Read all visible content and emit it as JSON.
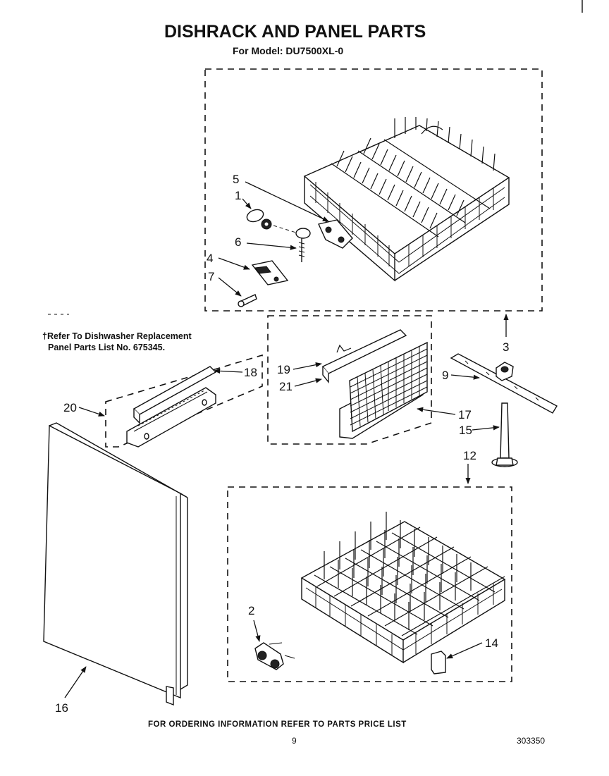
{
  "title": "DISHRACK AND PANEL PARTS",
  "subtitle": "For Model: DU7500XL-0",
  "note": {
    "line1": "†Refer To Dishwasher Replacement",
    "line2": "Panel Parts List No. 675345."
  },
  "callouts": {
    "c1": "1",
    "c2": "2",
    "c3": "3",
    "c4": "4",
    "c5": "5",
    "c6": "6",
    "c7": "7",
    "c9": "9",
    "c12": "12",
    "c14": "14",
    "c15": "15",
    "c16": "16",
    "c17": "17",
    "c18": "18",
    "c19": "19",
    "c20": "20",
    "c21": "21"
  },
  "footer": {
    "ordering": "FOR ORDERING INFORMATION REFER TO PARTS PRICE LIST",
    "page_number": "9",
    "doc_number": "303350"
  }
}
